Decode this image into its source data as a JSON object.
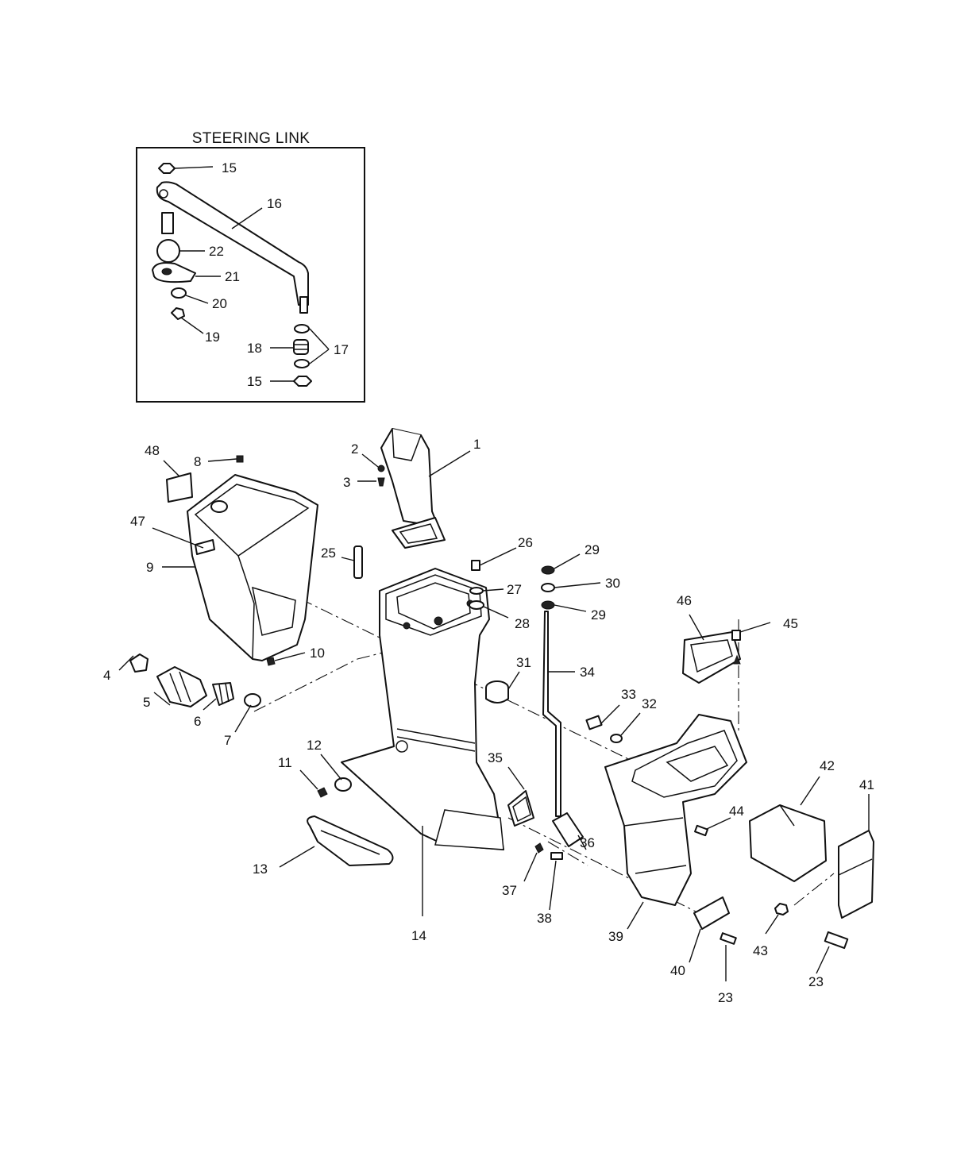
{
  "inset": {
    "title": "STEERING LINK"
  },
  "callouts": {
    "c1": "1",
    "c2": "2",
    "c3": "3",
    "c4": "4",
    "c5": "5",
    "c6": "6",
    "c7": "7",
    "c8": "8",
    "c9": "9",
    "c10": "10",
    "c11": "11",
    "c12": "12",
    "c13": "13",
    "c14": "14",
    "c15a": "15",
    "c15b": "15",
    "c16": "16",
    "c17": "17",
    "c18": "18",
    "c19": "19",
    "c20": "20",
    "c21": "21",
    "c22": "22",
    "c23a": "23",
    "c23b": "23",
    "c25": "25",
    "c26": "26",
    "c27": "27",
    "c28": "28",
    "c29a": "29",
    "c29b": "29",
    "c30": "30",
    "c31": "31",
    "c32": "32",
    "c33": "33",
    "c34": "34",
    "c35": "35",
    "c36": "36",
    "c37": "37",
    "c38": "38",
    "c39": "39",
    "c40": "40",
    "c41": "41",
    "c42": "42",
    "c43": "43",
    "c44": "44",
    "c45": "45",
    "c46": "46",
    "c47": "47",
    "c48": "48"
  }
}
